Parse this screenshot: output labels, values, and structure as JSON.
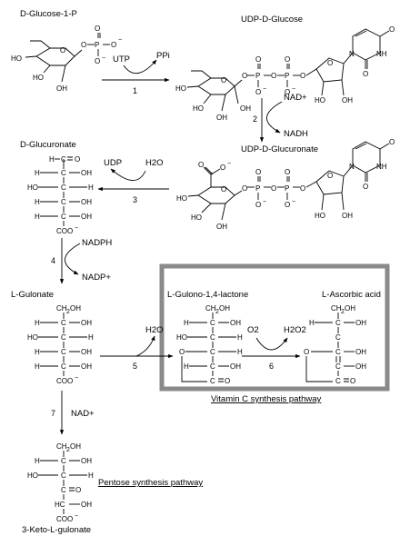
{
  "compounds": {
    "glucose_1_p": "D-Glucose-1-P",
    "udp_glucose": "UDP-D-Glucose",
    "udp_glucuronate": "UDP-D-Glucuronate",
    "d_glucuronate": "D-Glucuronate",
    "l_gulonate": "L-Gulonate",
    "l_gulono_lactone": "L-Gulono-1,4-lactone",
    "l_ascorbic_acid": "L-Ascorbic acid",
    "keto_gulonate": "3-Keto-L-gulonate"
  },
  "cofactors": {
    "utp": "UTP",
    "ppi": "PPi",
    "nad_plus_1": "NAD+",
    "nadh": "NADH",
    "udp": "UDP",
    "h2o_1": "H2O",
    "nadph": "NADPH",
    "nadp_plus": "NADP+",
    "h2o_2": "H2O",
    "o2": "O2",
    "h2o2": "H2O2",
    "nad_plus_2": "NAD+"
  },
  "steps": [
    "1",
    "2",
    "3",
    "4",
    "5",
    "6",
    "7"
  ],
  "pathway_labels": {
    "vitamin_c": "Vitamin C synthesis pathway",
    "pentose": "Pentose synthesis pathway"
  },
  "colors": {
    "highlight_box": "#8a8a8a",
    "ink": "#000000"
  }
}
